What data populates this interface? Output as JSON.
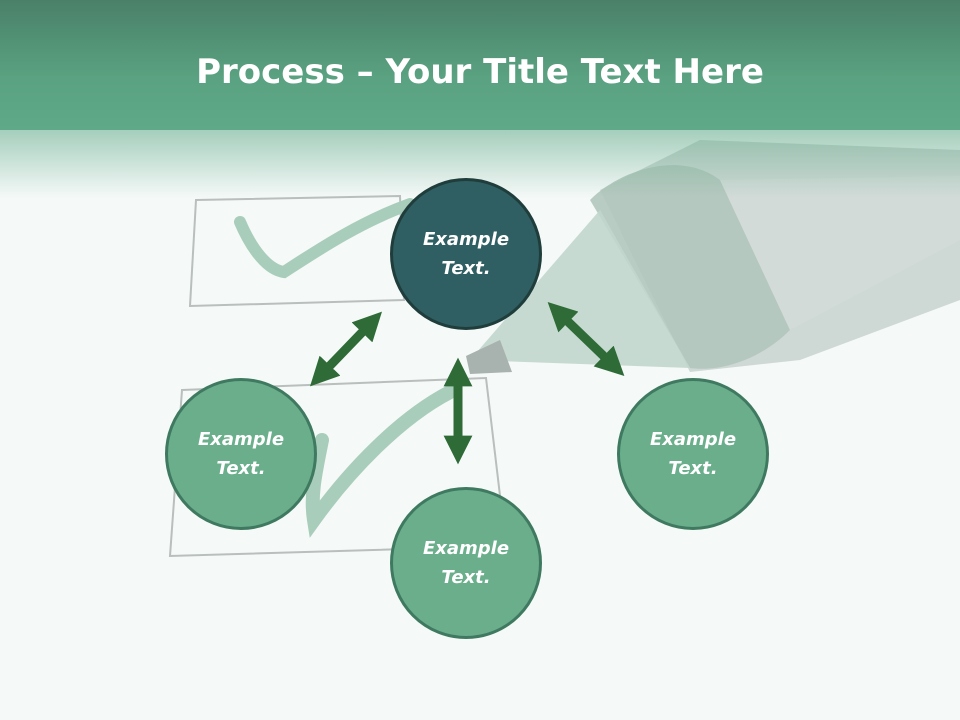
{
  "title": {
    "bold": "Process",
    "rest": " – Your Title Text Here"
  },
  "nodes": {
    "top": {
      "line1": "Example",
      "line2": "Text."
    },
    "left": {
      "line1": "Example",
      "line2": "Text."
    },
    "bottom": {
      "line1": "Example",
      "line2": "Text."
    },
    "right": {
      "line1": "Example",
      "line2": "Text."
    }
  },
  "colors": {
    "header": "#5aa281",
    "center_node": "#2f5e63",
    "outer_node": "#6aae8b",
    "arrow": "#2e6b37"
  }
}
